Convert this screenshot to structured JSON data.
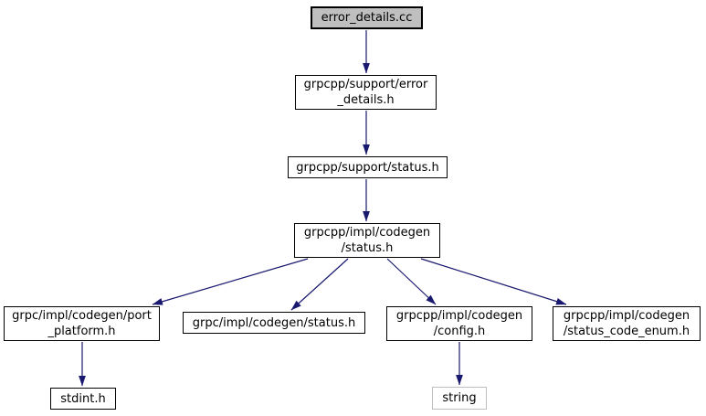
{
  "diagram": {
    "title": "error_details.cc include dependency graph",
    "type": "include-dependency-graph",
    "colors": {
      "edge_arrow": "#191970",
      "node_border": "#000000",
      "node_fill": "#ffffff",
      "main_node_fill": "#bfbfbf",
      "external_node_border": "#bebebe",
      "text": "#000000",
      "background": "#ffffff"
    },
    "nodes": [
      {
        "id": "error_details_cc",
        "label": "error_details.cc",
        "kind": "main"
      },
      {
        "id": "grpcpp_support_error_details_h",
        "label": "grpcpp/support/error\n_details.h",
        "kind": "header"
      },
      {
        "id": "grpcpp_support_status_h",
        "label": "grpcpp/support/status.h",
        "kind": "header"
      },
      {
        "id": "grpcpp_impl_codegen_status_h",
        "label": "grpcpp/impl/codegen\n/status.h",
        "kind": "header"
      },
      {
        "id": "grpc_impl_codegen_port_platform_h",
        "label": "grpc/impl/codegen/port\n_platform.h",
        "kind": "header"
      },
      {
        "id": "grpc_impl_codegen_status_h",
        "label": "grpc/impl/codegen/status.h",
        "kind": "header"
      },
      {
        "id": "grpcpp_impl_codegen_config_h",
        "label": "grpcpp/impl/codegen\n/config.h",
        "kind": "header"
      },
      {
        "id": "grpcpp_impl_codegen_status_code_enum_h",
        "label": "grpcpp/impl/codegen\n/status_code_enum.h",
        "kind": "header"
      },
      {
        "id": "stdint_h",
        "label": "stdint.h",
        "kind": "system-header"
      },
      {
        "id": "string",
        "label": "string",
        "kind": "external-system-header"
      }
    ],
    "edges": [
      {
        "from": "error_details_cc",
        "to": "grpcpp_support_error_details_h"
      },
      {
        "from": "grpcpp_support_error_details_h",
        "to": "grpcpp_support_status_h"
      },
      {
        "from": "grpcpp_support_status_h",
        "to": "grpcpp_impl_codegen_status_h"
      },
      {
        "from": "grpcpp_impl_codegen_status_h",
        "to": "grpc_impl_codegen_port_platform_h"
      },
      {
        "from": "grpcpp_impl_codegen_status_h",
        "to": "grpc_impl_codegen_status_h"
      },
      {
        "from": "grpcpp_impl_codegen_status_h",
        "to": "grpcpp_impl_codegen_config_h"
      },
      {
        "from": "grpcpp_impl_codegen_status_h",
        "to": "grpcpp_impl_codegen_status_code_enum_h"
      },
      {
        "from": "grpc_impl_codegen_port_platform_h",
        "to": "stdint_h"
      },
      {
        "from": "grpcpp_impl_codegen_config_h",
        "to": "string"
      }
    ]
  }
}
